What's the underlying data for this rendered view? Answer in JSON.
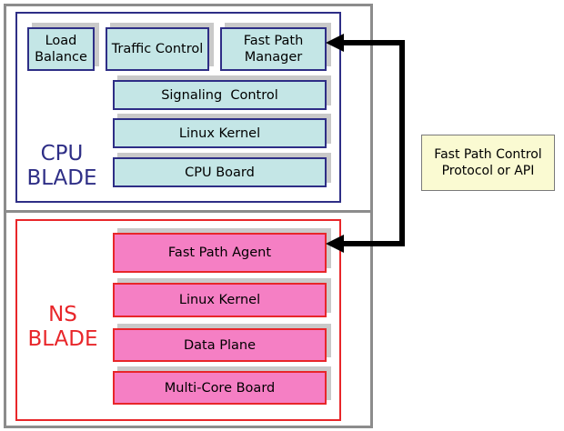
{
  "cpu_blade": {
    "label_line1": "CPU",
    "label_line2": "BLADE",
    "top_row": [
      {
        "line1": "Load",
        "line2": "Balance"
      },
      {
        "line1": "Traffic Control",
        "line2": ""
      },
      {
        "line1": "Fast Path",
        "line2": "Manager"
      }
    ],
    "stack": [
      "Signaling  Control",
      "Linux Kernel",
      "CPU Board"
    ]
  },
  "ns_blade": {
    "label_line1": "NS",
    "label_line2": "BLADE",
    "stack": [
      "Fast Path Agent",
      "Linux Kernel",
      "Data Plane",
      "Multi-Core Board"
    ]
  },
  "protocol_note": {
    "line1": "Fast Path Control",
    "line2": "Protocol or API"
  },
  "colors": {
    "cpu_border": "#2e2e86",
    "cpu_fill": "#c4e6e6",
    "ns_border": "#e8262a",
    "ns_fill": "#f57fc4",
    "outer_border": "#8c8c8c",
    "note_fill": "#fafad2",
    "arrow": "#000000"
  }
}
